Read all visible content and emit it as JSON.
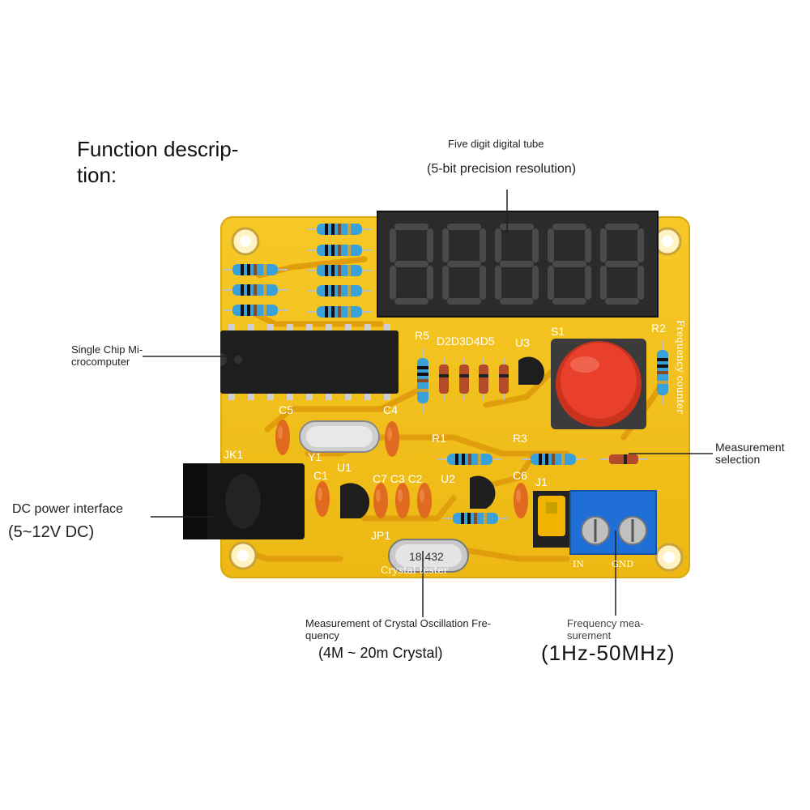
{
  "heading": {
    "line1": "Function descrip-",
    "line2": "tion:"
  },
  "annotations": {
    "display_title": "Five digit digital tube",
    "display_sub": "(5-bit precision resolution)",
    "mcu_line1": "Single Chip Mi-",
    "mcu_line2": "crocomputer",
    "select_line1": "Measurement",
    "select_line2": "selection",
    "dc_line1": "DC power interface",
    "dc_line2": "(5~12V DC)",
    "crystal_line1": "Measurement of Crystal Oscillation Fre-",
    "crystal_line2": "quency",
    "crystal_range": "(4M ~ 20m Crystal)",
    "freq_line1": "Frequency mea-",
    "freq_line2": "surement",
    "freq_range": "(1Hz-50MHz)"
  },
  "board": {
    "silk_r5": "R5",
    "silk_d": "D2D3D4D5",
    "silk_u3": "U3",
    "silk_s1": "S1",
    "silk_r2": "R2",
    "silk_c5": "C5",
    "silk_c4": "C4",
    "silk_y1": "Y1",
    "silk_jk1": "JK1",
    "silk_c1": "C1",
    "silk_u1": "U1",
    "silk_c7c3c2": "C7 C3 C2",
    "silk_u2": "U2",
    "silk_r1": "R1",
    "silk_r3": "R3",
    "silk_c6": "C6",
    "silk_j1": "J1",
    "silk_jp1": "JP1",
    "silk_side": "Frequency counter",
    "silk_bottom": "Crystal tester",
    "silk_in": "IN",
    "silk_gnd": "GND",
    "crystal_big": "18.432",
    "colors": {
      "pcb": "#f2c21a",
      "trace": "#e0a50f",
      "display": "#2b2b2b",
      "button": "#e8402a",
      "terminal": "#1f6fd6"
    }
  }
}
